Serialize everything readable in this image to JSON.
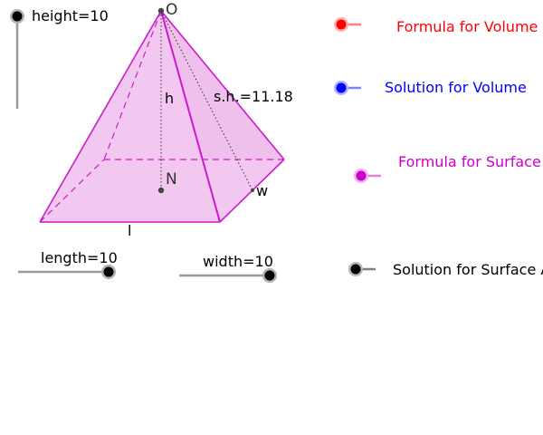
{
  "colors": {
    "pyramid_fill": "#f3c8f0",
    "pyramid_edge": "#cc19cc",
    "slider_track": "#9b9b9b",
    "slider_knob": "#000000",
    "red": "#ff0000",
    "blue": "#0000ff",
    "magenta": "#cc00cc",
    "black": "#000000"
  },
  "sliders": {
    "height": {
      "label": "height=10",
      "value": 10
    },
    "length": {
      "label": "length=10",
      "value": 10
    },
    "width": {
      "label": "width=10",
      "value": 10
    }
  },
  "pyramid": {
    "apex_label": "O",
    "center_label": "N",
    "height_label": "h",
    "slant_label": "s.h.=11.18",
    "width_label": "w",
    "length_label": "l"
  },
  "toggles": [
    {
      "label": "Formula for Volume",
      "color": "#ff0000"
    },
    {
      "label": "Solution for Volume",
      "color": "#0000ff"
    },
    {
      "label": "Formula for Surface",
      "color": "#cc00cc"
    },
    {
      "label": "Solution for Surface A",
      "color": "#000000"
    }
  ]
}
